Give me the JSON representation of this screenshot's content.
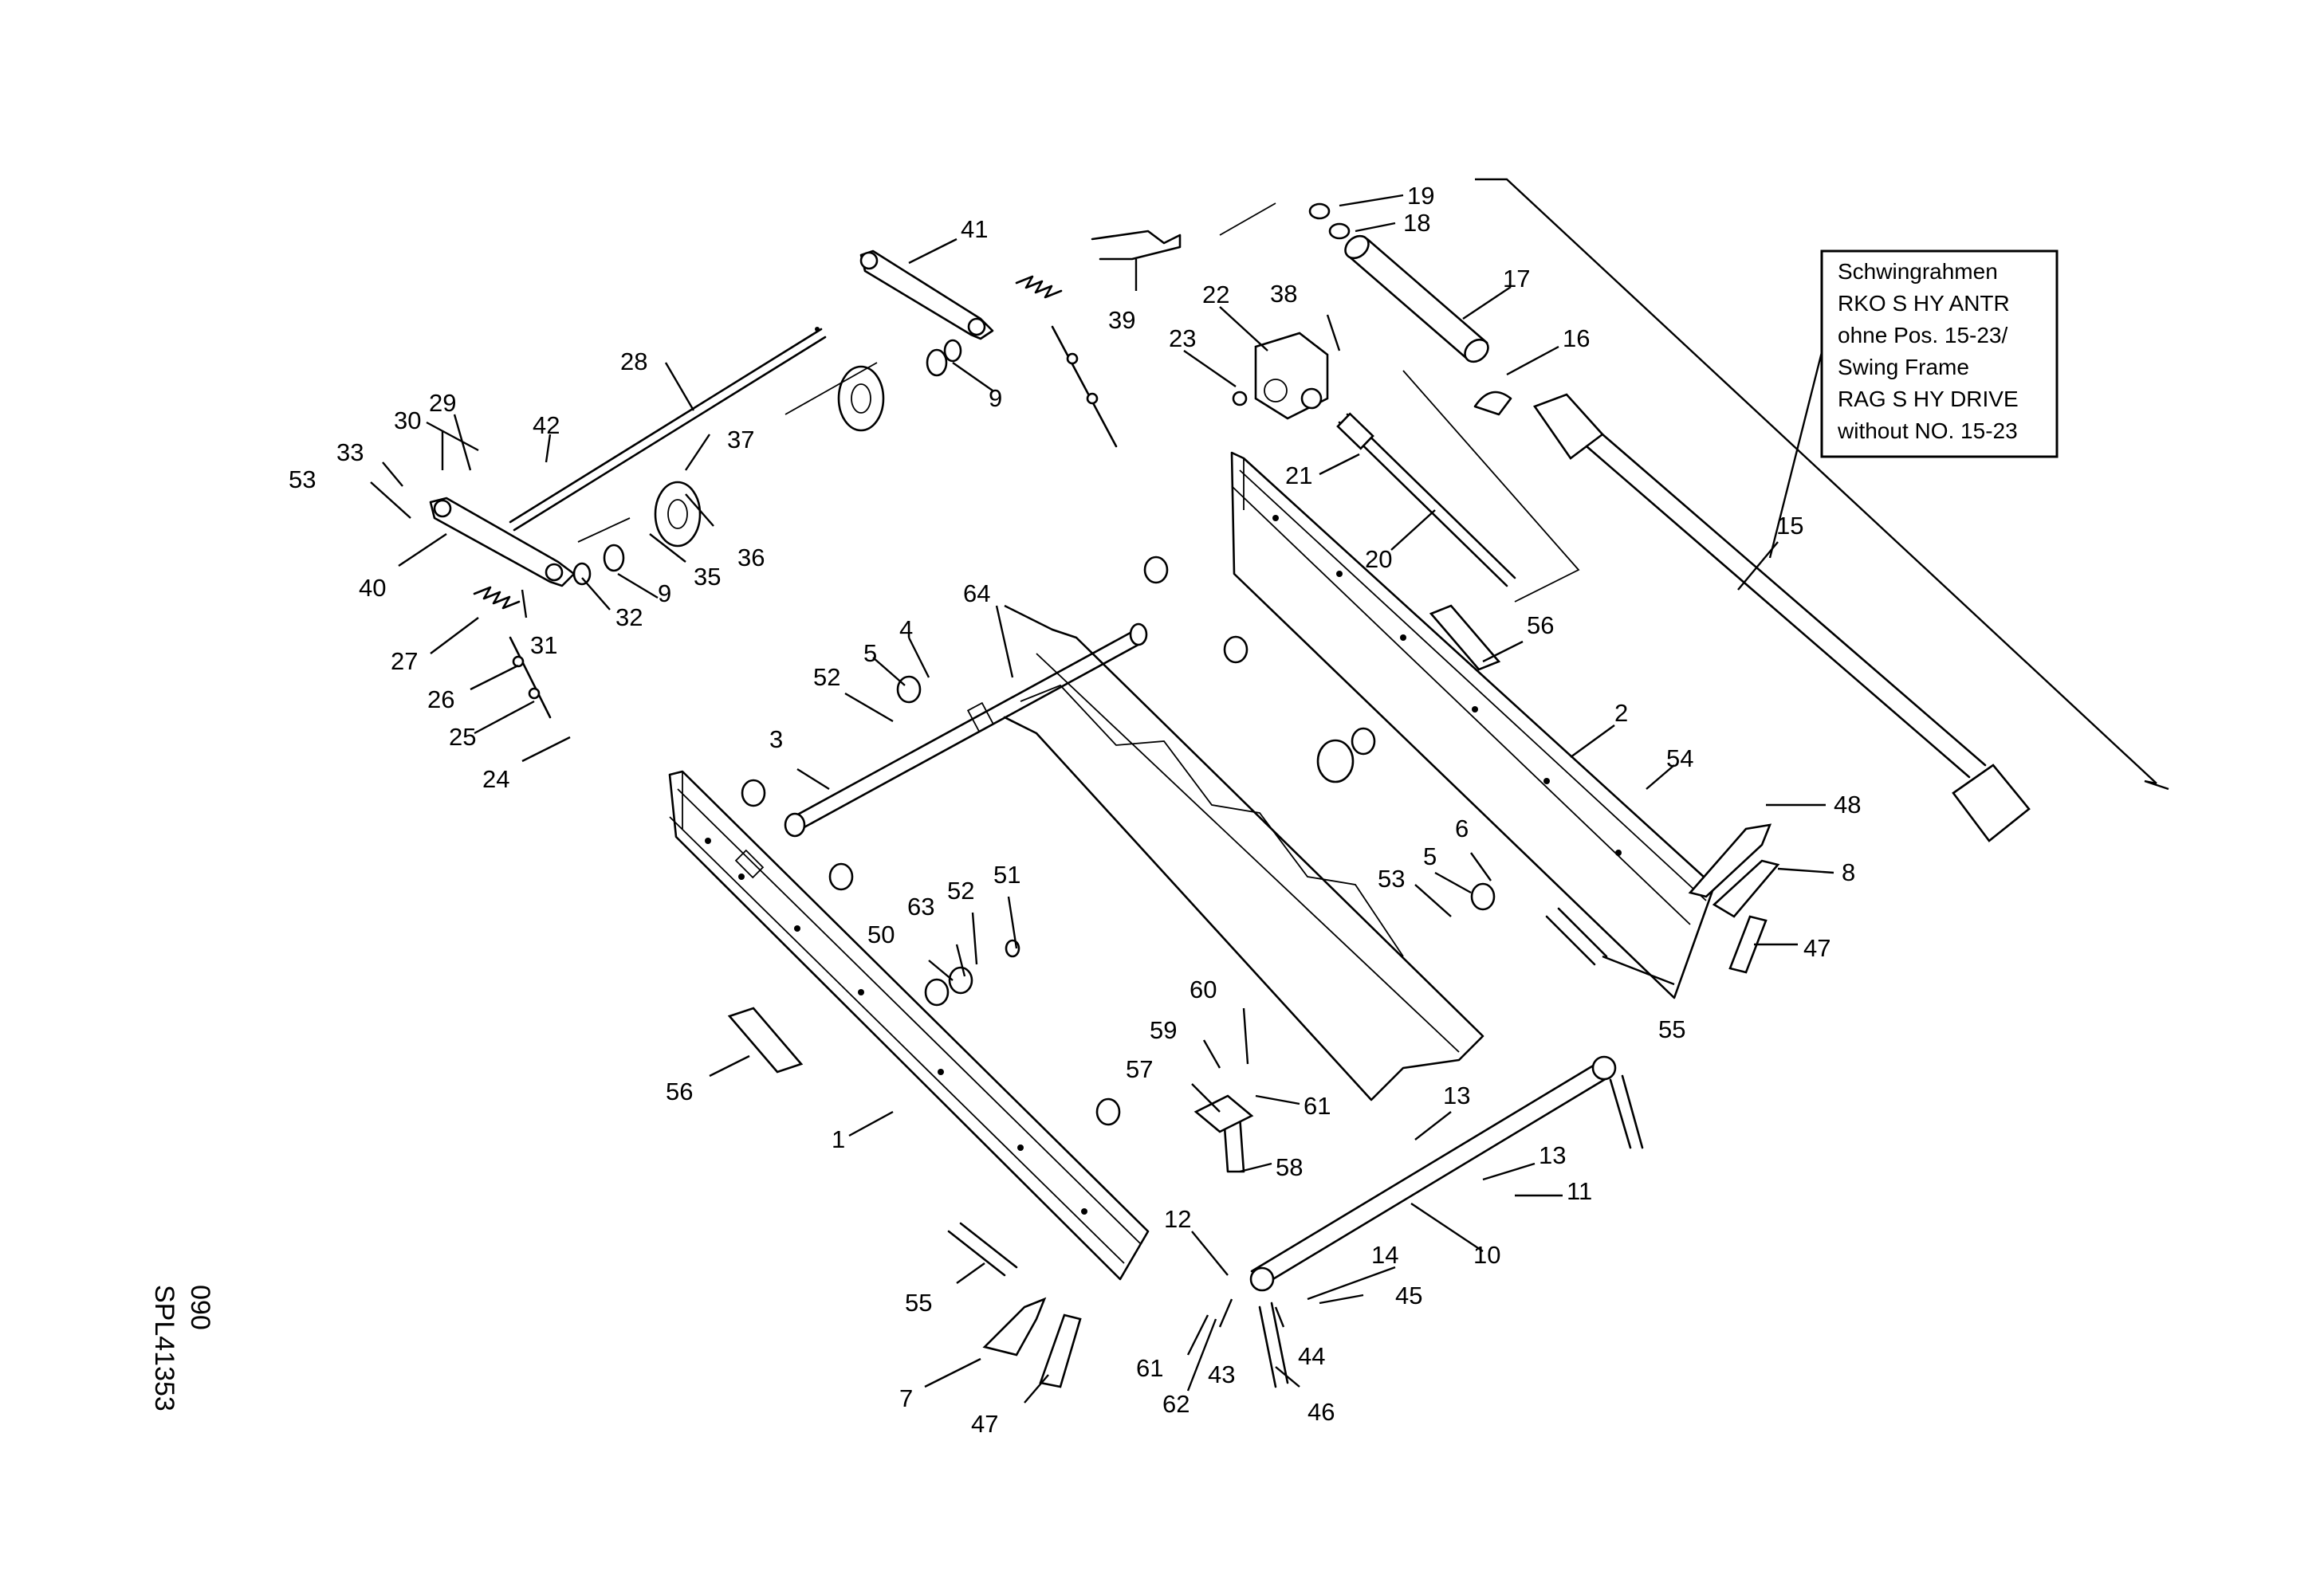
{
  "note": {
    "lines": [
      "Schwingrahmen",
      "RKO S HY ANTR",
      "ohne Pos. 15-23/",
      "Swing Frame",
      "RAG S HY DRIVE",
      "without NO. 15-23"
    ]
  },
  "reference": {
    "drawing_number": "SPL41353",
    "sheet": "090"
  },
  "callouts": [
    {
      "label": "1"
    },
    {
      "label": "2"
    },
    {
      "label": "3"
    },
    {
      "label": "4"
    },
    {
      "label": "5"
    },
    {
      "label": "5"
    },
    {
      "label": "6"
    },
    {
      "label": "7"
    },
    {
      "label": "8"
    },
    {
      "label": "9"
    },
    {
      "label": "9"
    },
    {
      "label": "10"
    },
    {
      "label": "11"
    },
    {
      "label": "12"
    },
    {
      "label": "13"
    },
    {
      "label": "13"
    },
    {
      "label": "14"
    },
    {
      "label": "15"
    },
    {
      "label": "16"
    },
    {
      "label": "17"
    },
    {
      "label": "18"
    },
    {
      "label": "19"
    },
    {
      "label": "20"
    },
    {
      "label": "21"
    },
    {
      "label": "22"
    },
    {
      "label": "23"
    },
    {
      "label": "24"
    },
    {
      "label": "25"
    },
    {
      "label": "26"
    },
    {
      "label": "27"
    },
    {
      "label": "28"
    },
    {
      "label": "29"
    },
    {
      "label": "30"
    },
    {
      "label": "31"
    },
    {
      "label": "32"
    },
    {
      "label": "33"
    },
    {
      "label": "35"
    },
    {
      "label": "36"
    },
    {
      "label": "37"
    },
    {
      "label": "38"
    },
    {
      "label": "39"
    },
    {
      "label": "40"
    },
    {
      "label": "41"
    },
    {
      "label": "42"
    },
    {
      "label": "43"
    },
    {
      "label": "44"
    },
    {
      "label": "45"
    },
    {
      "label": "46"
    },
    {
      "label": "47"
    },
    {
      "label": "47"
    },
    {
      "label": "48"
    },
    {
      "label": "50"
    },
    {
      "label": "51"
    },
    {
      "label": "52"
    },
    {
      "label": "52"
    },
    {
      "label": "53"
    },
    {
      "label": "53"
    },
    {
      "label": "54"
    },
    {
      "label": "55"
    },
    {
      "label": "55"
    },
    {
      "label": "56"
    },
    {
      "label": "56"
    },
    {
      "label": "57"
    },
    {
      "label": "58"
    },
    {
      "label": "59"
    },
    {
      "label": "60"
    },
    {
      "label": "61"
    },
    {
      "label": "61"
    },
    {
      "label": "62"
    },
    {
      "label": "63"
    },
    {
      "label": "64"
    }
  ]
}
